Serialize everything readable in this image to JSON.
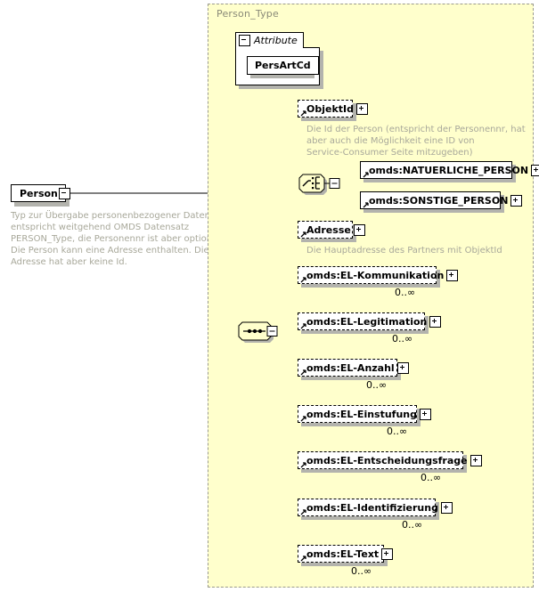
{
  "diagram": {
    "title": "Person_Type",
    "root": {
      "label": "Person",
      "toggle": "minus",
      "annotation": "Typ zur Übergabe personenbezogener Daten,\nentspricht weitgehend OMDS Datensatz\nPERSON_Type, die Personennr ist aber optional.\nDie Person kann eine Adresse enthalten. Die\nAdresse hat aber keine Id."
    },
    "attributes": {
      "group_label": "Attribute",
      "group_toggle": "minus",
      "items": [
        {
          "label": "PersArtCd"
        }
      ]
    },
    "compositors": {
      "choice": {
        "kind": "choice",
        "toggle": "minus"
      },
      "sequence": {
        "kind": "sequence",
        "toggle": "minus"
      }
    },
    "nodes": [
      {
        "id": "objektid",
        "label": "ObjektId",
        "border": "dashed",
        "toggle": "plus",
        "cardinality": "",
        "annotation": "Die Id der Person (entspricht der Personennr, hat\naber auch die Möglichkeit eine ID von\nService-Consumer Seite mitzugeben)"
      },
      {
        "id": "natuerliche-person",
        "label": "omds:NATUERLICHE_PERSON",
        "border": "solid",
        "toggle": "plus",
        "cardinality": "",
        "annotation": ""
      },
      {
        "id": "sonstige-person",
        "label": "omds:SONSTIGE_PERSON",
        "border": "solid",
        "toggle": "plus",
        "cardinality": "",
        "annotation": ""
      },
      {
        "id": "adresse",
        "label": "Adresse",
        "border": "dashed",
        "toggle": "plus",
        "cardinality": "",
        "annotation": "Die Hauptadresse des Partners mit ObjektId"
      },
      {
        "id": "el-kommunikation",
        "label": "omds:EL-Kommunikation",
        "border": "dashed",
        "toggle": "plus",
        "cardinality": "0..∞",
        "annotation": ""
      },
      {
        "id": "el-legitimation",
        "label": "omds:EL-Legitimation",
        "border": "dashed",
        "toggle": "plus",
        "cardinality": "0..∞",
        "annotation": ""
      },
      {
        "id": "el-anzahl",
        "label": "omds:EL-Anzahl",
        "border": "dashed",
        "toggle": "plus",
        "cardinality": "0..∞",
        "annotation": ""
      },
      {
        "id": "el-einstufung",
        "label": "omds:EL-Einstufung",
        "border": "dashed",
        "toggle": "plus",
        "cardinality": "0..∞",
        "annotation": ""
      },
      {
        "id": "el-entscheidungsfrage",
        "label": "omds:EL-Entscheidungsfrage",
        "border": "dashed",
        "toggle": "plus",
        "cardinality": "0..∞",
        "annotation": ""
      },
      {
        "id": "el-identifizierung",
        "label": "omds:EL-Identifizierung",
        "border": "dashed",
        "toggle": "plus",
        "cardinality": "0..∞",
        "annotation": ""
      },
      {
        "id": "el-text",
        "label": "omds:EL-Text",
        "border": "dashed",
        "toggle": "plus",
        "cardinality": "0..∞",
        "annotation": ""
      }
    ],
    "colors": {
      "container_background": "#ffffcc",
      "container_border": "#9a9a8c",
      "node_background": "#ffffff",
      "node_border": "#000000",
      "annotation_text": "#a8a89a",
      "title_text": "#8a8a78",
      "shadow": "#b3b3ad"
    }
  }
}
